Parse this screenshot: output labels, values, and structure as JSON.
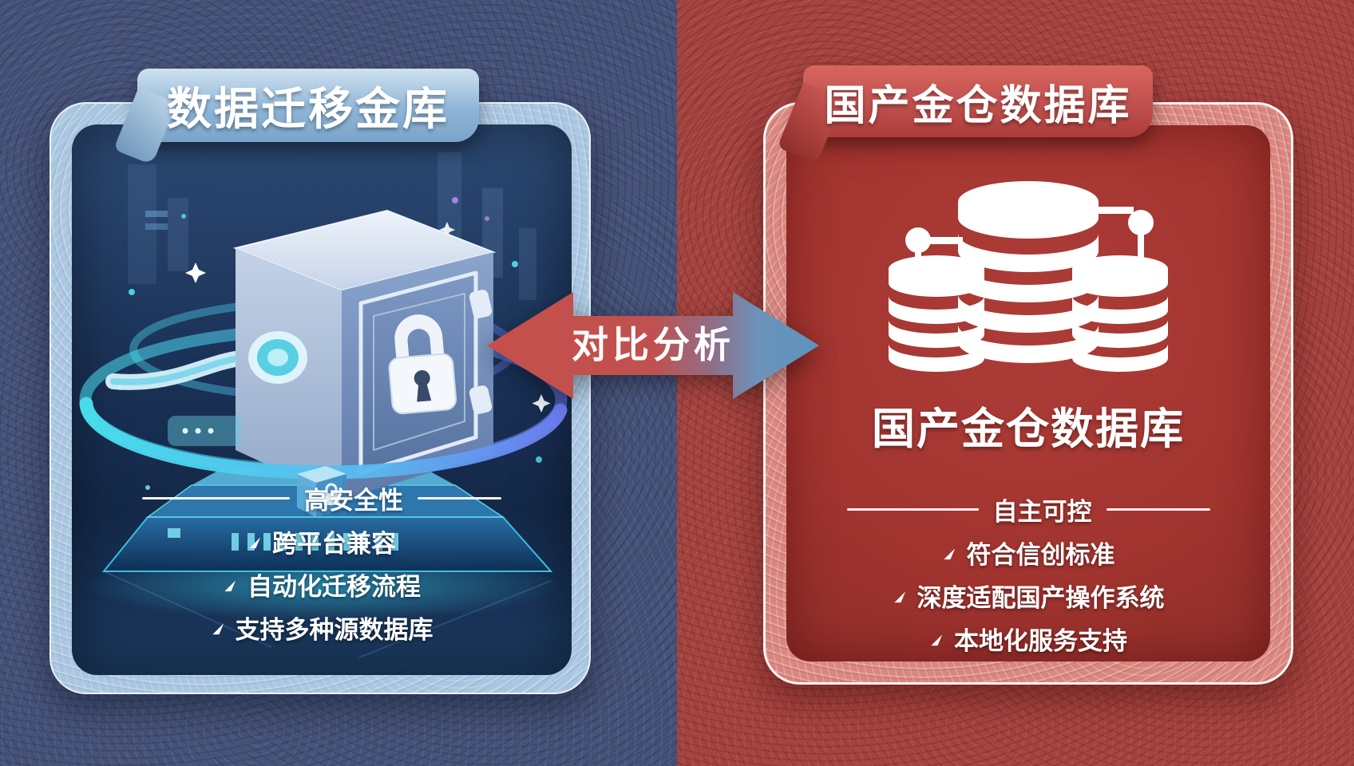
{
  "left_panel": {
    "title": "数据迁移金库",
    "feature_header": "高安全性",
    "features": [
      "跨平台兼容",
      "自动化迁移流程",
      "支持多种源数据库"
    ]
  },
  "center": {
    "label": "对比分析"
  },
  "right_panel": {
    "title": "国产金仓数据库",
    "subtitle": "国产金仓数据库",
    "feature_header": "自主可控",
    "features": [
      "符合信创标准",
      "深度适配国产操作系统",
      "本地化服务支持"
    ]
  },
  "icons": {
    "left_illustration": "secure-vault-with-padlock-and-data-rings",
    "right_illustration": "database-cluster-icon",
    "list_marker": "arrow-northeast-icon"
  },
  "colors": {
    "left_bg": "#475379",
    "right_bg": "#a64440",
    "left_frame": "#a9c6e0",
    "right_frame": "#d9867f",
    "right_inner": "#a2342f",
    "banner_blue": "#8fb6d8",
    "banner_red": "#c0504d",
    "arrow_red": "#c64f4b",
    "arrow_blue": "#5e93bd",
    "text": "#ffffff"
  }
}
